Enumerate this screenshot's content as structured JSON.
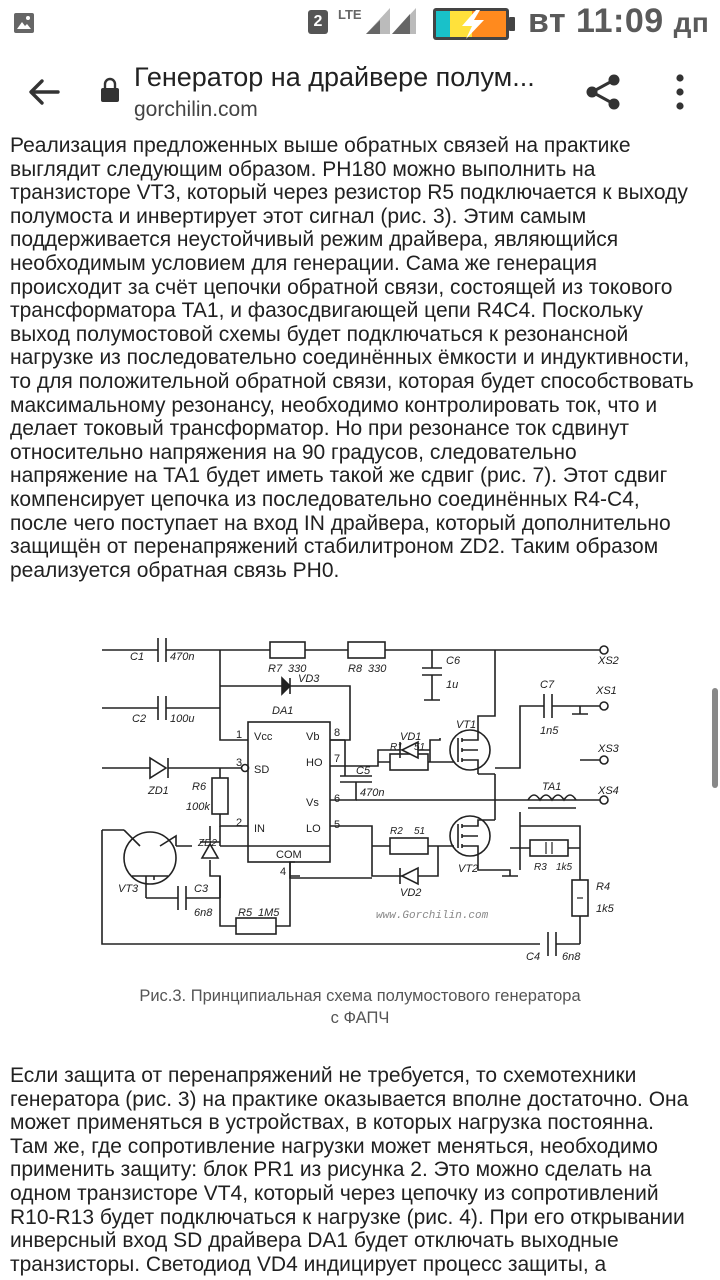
{
  "status_bar": {
    "sim_slot": "2",
    "network": "LTE",
    "time": "вт 11:09",
    "ampm": "дп",
    "icons": [
      "image-icon",
      "sim-icon",
      "signal-icon",
      "signal-icon",
      "battery-charging-icon"
    ]
  },
  "toolbar": {
    "title": "Генератор на драйвере полум...",
    "domain": "gorchilin.com",
    "icons": [
      "back-arrow-icon",
      "lock-icon",
      "share-icon",
      "more-vert-icon"
    ]
  },
  "article": {
    "paragraph1": "Реализация предложенных выше обратных связей на практике\nвыглядит следующим образом. PH180 можно выполнить на\nтранзисторе VT3, который через резистор R5 подключается к выходу\nполумоста и инвертирует этот сигнал (рис. 3). Этим самым\nподдерживается неустойчивый режим драйвера, являющийся\nнеобходимым условием для генерации. Сама же генерация\nпроисходит за счёт цепочки обратной связи, состоящей из токового\nтрансформатора TA1, и фазосдвигающей цепи R4C4. Поскольку\nвыход полумостовой схемы будет подключаться к резонансной\nнагрузке из последовательно соединённых ёмкости и индуктивности,\nто для положительной обратной связи, которая будет способствовать\nмаксимальному резонансу, необходимо контролировать ток, что и\nделает токовый трансформатор. Но при резонансе ток сдвинут\nотносительно напряжения на 90 градусов, следовательно\nнапряжение на TA1 будет иметь такой же сдвиг (рис. 7). Этот сдвиг\nкомпенсирует цепочка из последовательно соединённых R4-C4,\nпосле чего поступает на вход IN драйвера, который дополнительно\nзащищён от перенапряжений стабилитроном ZD2. Таким образом\nреализуется обратная связь PH0.",
    "figure_caption": "Рис.3. Принципиальная схема полумостового генератора\nс ФАПЧ",
    "paragraph2": "Если защита от перенапряжений не требуется, то схемотехники\nгенератора (рис. 3) на практике оказывается вполне достаточно. Она\nможет применяться в устройствах, в которых нагрузка постоянна.\nТам же, где сопротивление нагрузки может меняться, необходимо\nприменить защиту: блок PR1 из рисунка 2. Это можно сделать на\nодном транзисторе VT4, который через цепочку из сопротивлений\nR10-R13 будет подключаться к нагрузке (рис. 4). При его открывании\nинверсный вход SD драйвера DA1 будет отключать выходные\nтранзисторы. Светодиод VD4 индицирует процесс защиты, а"
  },
  "schematic": {
    "labels": {
      "c1": "C1",
      "c1v": "470n",
      "c2": "C2",
      "c2v": "100u",
      "r7": "R7",
      "r7v": "330",
      "r8": "R8",
      "r8v": "330",
      "c6": "C6",
      "c6v": "1u",
      "xs2": "XS2",
      "xs1": "XS1",
      "xs3": "XS3",
      "xs4": "XS4",
      "vd3": "VD3",
      "da1": "DA1",
      "vcc": "Vcc",
      "sd": "SD",
      "in": "IN",
      "com": "COM",
      "vb": "Vb",
      "ho": "HO",
      "vs": "Vs",
      "lo": "LO",
      "p1": "1",
      "p3": "3",
      "p2": "2",
      "p4": "4",
      "p8": "8",
      "p7": "7",
      "p6": "6",
      "p5": "5",
      "vd1": "VD1",
      "vt1": "VT1",
      "r1": "R1",
      "r1v": "51",
      "c7": "C7",
      "c7v": "1n5",
      "c5": "C5",
      "c5v": "470n",
      "zd1": "ZD1",
      "r6": "R6",
      "r6v": "100k",
      "zd2": "ZD2",
      "vt3": "VT3",
      "c3": "C3",
      "c3v": "6n8",
      "r5": "R5",
      "r5v": "1M5",
      "r2": "R2",
      "r2v": "51",
      "vd2": "VD2",
      "vt2": "VT2",
      "ta1": "TA1",
      "r3": "R3",
      "r3v": "1k5",
      "r4": "R4",
      "r4v": "1k5",
      "c4": "C4",
      "c4v": "6n8",
      "watermark": "www.Gorchilin.com"
    }
  }
}
